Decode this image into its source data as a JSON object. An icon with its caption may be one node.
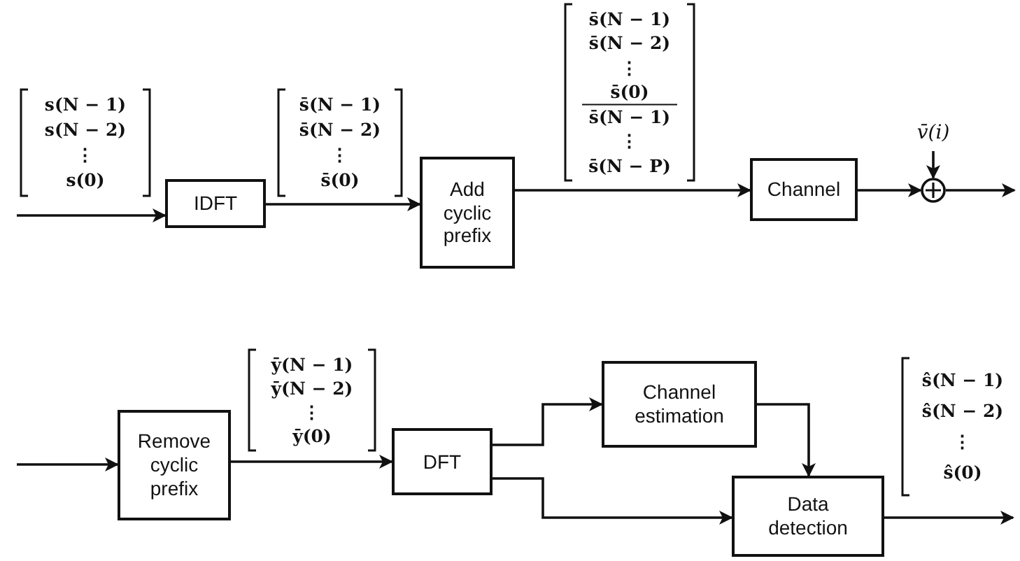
{
  "diagram": {
    "nodes": [
      {
        "text": [
          "IDFT"
        ]
      },
      {
        "text": [
          "Add cyclic prefix"
        ]
      },
      {
        "text": [
          "Channel"
        ]
      },
      {
        "text": [
          "v̄(i)"
        ]
      },
      {
        "text": [],
        "shape": "circle"
      },
      {
        "text": [
          "Remove cyclic prefix"
        ]
      },
      {
        "text": [
          "DFT"
        ]
      },
      {
        "text": [
          "Channel estimation"
        ]
      },
      {
        "text": [
          "Data detection"
        ]
      }
    ],
    "edges": [
      {
        "from": null,
        "to": 0,
        "arrow": "to"
      },
      {
        "from": 0,
        "to": 1,
        "arrow": "to"
      },
      {
        "from": 1,
        "to": 2,
        "arrow": "to"
      },
      {
        "from": 2,
        "to": 4,
        "arrow": "to"
      },
      {
        "from": 3,
        "to": 4,
        "arrow": "to"
      },
      {
        "from": 4,
        "to": null,
        "arrow": "to"
      },
      {
        "from": null,
        "to": 5,
        "arrow": "to"
      },
      {
        "from": 5,
        "to": 6,
        "arrow": "to"
      },
      {
        "from": 6,
        "to": 7,
        "arrow": "to"
      },
      {
        "from": 6,
        "to": 8,
        "arrow": "to"
      },
      {
        "from": 7,
        "to": 8,
        "arrow": "to"
      },
      {
        "from": 8,
        "to": null,
        "arrow": "to"
      }
    ],
    "labels": [
      "s(N − 1)",
      "s(N − 2)",
      "⋮",
      "s(0)",
      "s̄(N − 1)",
      "s̄(N − 2)",
      "⋮",
      "s̄(0)",
      "s̄(N − 1)",
      "s̄(N − 2)",
      "⋮",
      "s̄(0)",
      "s̄(N − 1)",
      "⋮",
      "s̄(N − P)",
      "ȳ(N − 1)",
      "ȳ(N − 2)",
      "⋮",
      "ȳ(0)",
      "ŝ(N − 1)",
      "ŝ(N − 2)",
      "⋮",
      "ŝ(0)"
    ]
  }
}
